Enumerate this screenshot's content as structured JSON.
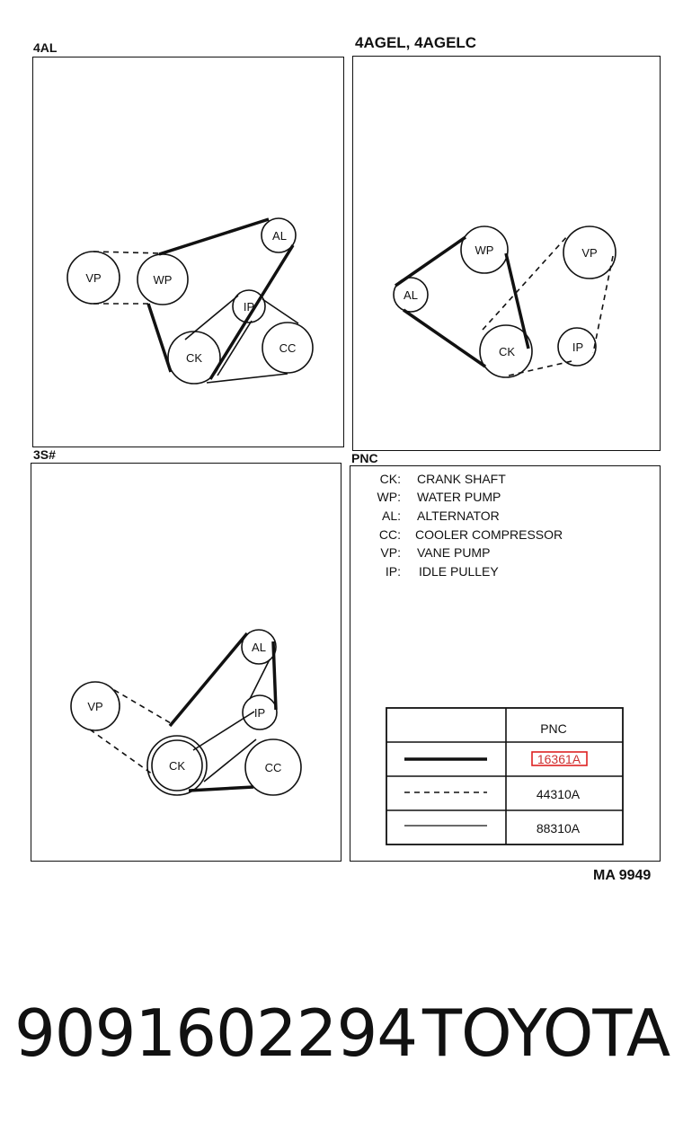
{
  "panels": {
    "top_left": {
      "label": "4AL"
    },
    "top_right": {
      "label": "4AGEL, 4AGELC"
    },
    "bottom_left": {
      "label": "3S#"
    },
    "bottom_right": {
      "label": "PNC"
    }
  },
  "pulleys": {
    "vp": "VP",
    "wp": "WP",
    "al": "AL",
    "ip": "IP",
    "ck": "CK",
    "cc": "CC"
  },
  "legend": [
    {
      "code": "CK:",
      "name": "CRANK SHAFT"
    },
    {
      "code": "WP:",
      "name": "WATER PUMP"
    },
    {
      "code": "AL:",
      "name": "ALTERNATOR"
    },
    {
      "code": "CC:",
      "name": "COOLER COMPRESSOR"
    },
    {
      "code": "VP:",
      "name": "VANE PUMP"
    },
    {
      "code": "IP:",
      "name": "IDLE PULLEY"
    }
  ],
  "pnc_table": {
    "header": "PNC",
    "rows": [
      {
        "style": "thick",
        "pnc": "16361A"
      },
      {
        "style": "dashed",
        "pnc": "44310A"
      },
      {
        "style": "thin",
        "pnc": "88310A"
      }
    ]
  },
  "ref_code": "MA 9949",
  "part_number": "9091602294",
  "brand": "TOYOTA"
}
